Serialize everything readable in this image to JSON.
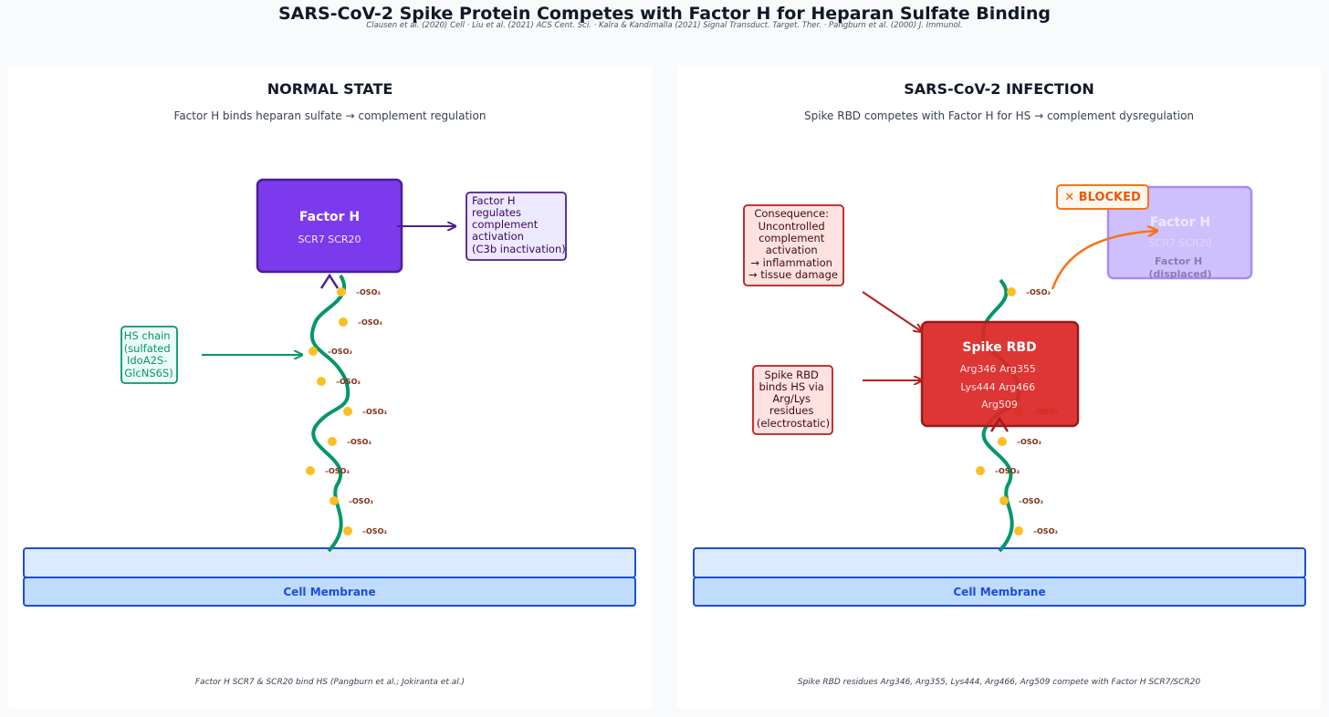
{
  "title": "SARS-CoV-2 Spike Protein Competes with Factor H for Heparan Sulfate Binding",
  "subtitle": "Clausen et al. (2020) Cell · Liu et al. (2021) ACS Cent. Sci. · Kalra & Kandimalla (2021) Signal Transduct. Target. Ther. · Pangburn et al. (2000) J. Immunol.",
  "left": {
    "heading": "NORMAL STATE",
    "sub": "Factor H binds heparan sulfate → complement regulation",
    "factor_h": {
      "title": "Factor H",
      "domains": "SCR7  SCR20"
    },
    "note": [
      "Factor H",
      "regulates",
      "complement",
      "activation",
      "(C3b inactivation)"
    ],
    "hs_label": [
      "HS chain",
      "(sulfated",
      "IdoA2S-",
      "GlcNS6S)"
    ],
    "sulfate": "–OSO₃",
    "membrane": "Cell Membrane",
    "footnote": "Factor H SCR7 & SCR20 bind HS (Pangburn et al.; Jokiranta et al.)"
  },
  "right": {
    "heading": "SARS-CoV-2 INFECTION",
    "sub": "Spike RBD competes with Factor H for HS → complement dysregulation",
    "blocked": "✕  BLOCKED",
    "factor_h_ghost": {
      "title": "Factor H",
      "domains": "SCR7  SCR20",
      "displaced": [
        "Factor H",
        "(displaced)"
      ]
    },
    "consequence": [
      "Consequence:",
      "Uncontrolled",
      "complement",
      "activation",
      "→ inflammation",
      "→ tissue damage"
    ],
    "spike_note": [
      "Spike RBD",
      "binds HS via",
      "Arg/Lys",
      "residues",
      "(electrostatic)"
    ],
    "spike": {
      "title": "Spike RBD",
      "residues": [
        "Arg346  Arg355",
        "Lys444  Arg466",
        "Arg509"
      ]
    },
    "sulfate": "–OSO₃",
    "membrane": "Cell Membrane",
    "footnote": "Spike RBD residues Arg346, Arg355, Lys444, Arg466, Arg509 compete with Factor H SCR7/SCR20"
  },
  "colors": {
    "factor_h": "#7c3aed",
    "hs_chain": "#059669",
    "sulfate_dot": "#fbbf24",
    "spike": "#dc2626",
    "membrane": "#1d4ed8",
    "blocked": "#f97316"
  }
}
